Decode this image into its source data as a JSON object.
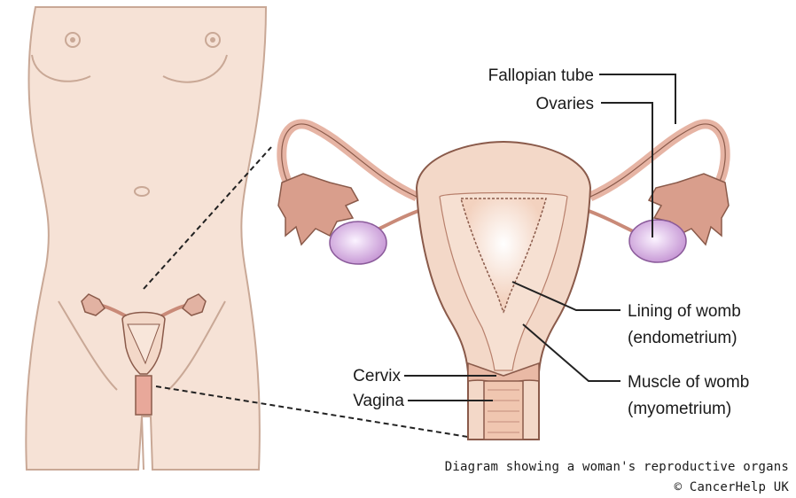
{
  "labels": {
    "fallopian_tube": "Fallopian tube",
    "ovaries": "Ovaries",
    "lining_line1": "Lining of womb",
    "lining_line2": "(endometrium)",
    "muscle_line1": "Muscle of womb",
    "muscle_line2": "(myometrium)",
    "cervix": "Cervix",
    "vagina": "Vagina"
  },
  "caption": {
    "line1": "Diagram showing a woman's reproductive organs",
    "line2": "© CancerHelp UK"
  },
  "colors": {
    "skin": "#f6e2d6",
    "skin_outline": "#c9a896",
    "uterus_outer": "#f3d8c8",
    "uterus_inner": "#f8e6da",
    "tube": "#e6b4a4",
    "fimbria": "#c98a78",
    "ovary": "#d7b3e0",
    "cavity": "#fff4e6",
    "vagina": "#f0c6b0",
    "line": "#222222"
  }
}
